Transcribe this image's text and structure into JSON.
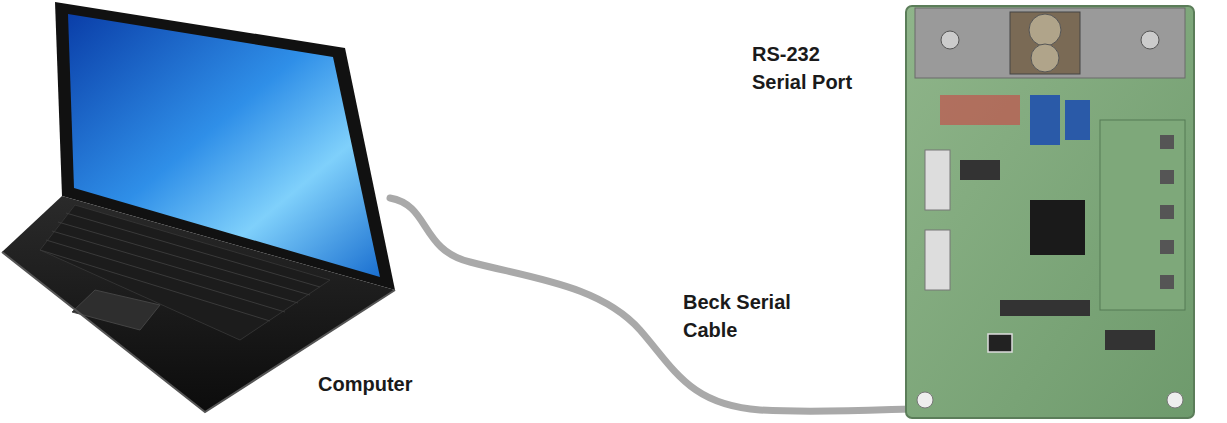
{
  "diagram": {
    "labels": [
      "RS-232 Serial Port",
      "Beck Serial Cable",
      "Computer"
    ]
  }
}
